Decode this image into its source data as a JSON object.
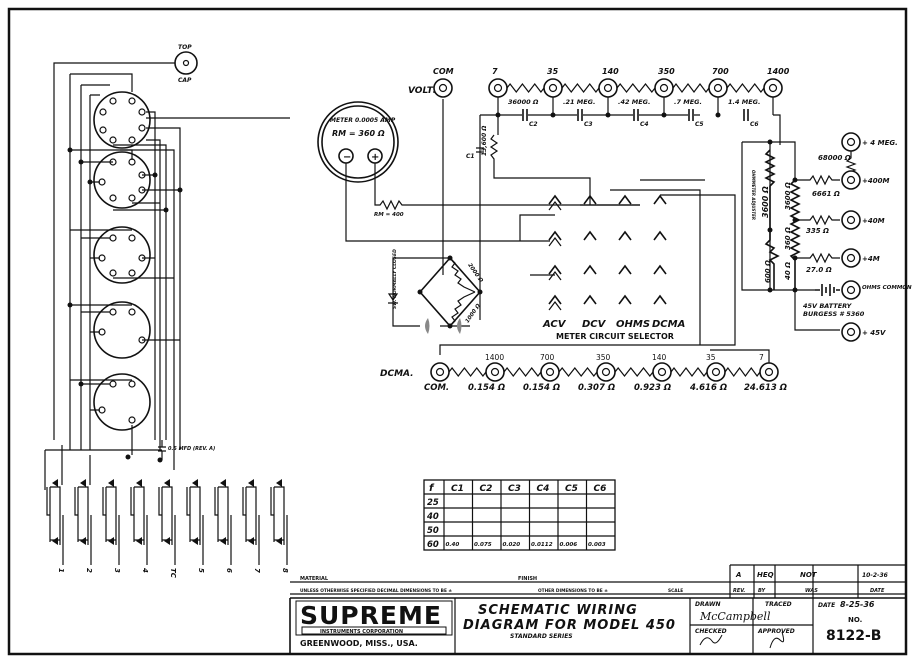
{
  "title_block": {
    "company": "SUPREME",
    "company_sub": "INSTRUMENTS CORPORATION",
    "location": "GREENWOOD, MISS., USA.",
    "title_line1": "SCHEMATIC WIRING",
    "title_line2": "DIAGRAM FOR MODEL 450",
    "series": "STANDARD SERIES",
    "material_label": "MATERIAL",
    "finish_label": "FINISH",
    "tolerance_label": "UNLESS OTHERWISE SPECIFIED DECIMAL DIMENSIONS TO BE ±",
    "other_dims_label": "OTHER DIMENSIONS TO BE ±",
    "scale_label": "SCALE",
    "rev_header": "REV.",
    "by_header": "BY",
    "was_header": "WAS",
    "date_header": "DATE",
    "rev_value": "A",
    "by_value": "HEQ",
    "was_value": "NOT",
    "rev_date": "10-2-36",
    "drawn_label": "DRAWN",
    "traced_label": "TRACED",
    "drawn_by": "McCampbell",
    "checked_label": "CHECKED",
    "approved_label": "APPROVED",
    "date_label": "DATE",
    "date_value": "8-25-36",
    "no_label": "NO.",
    "drawing_no": "8122-B"
  },
  "meter": {
    "line1": "METER 0.0005 AMP",
    "line2": "RM = 360 Ω",
    "neg": "−",
    "pos": "+",
    "rm_resistor": "RM = 400"
  },
  "volts_section": {
    "volts_label": "VOLTS",
    "jacks": [
      "COM",
      "7",
      "35",
      "140",
      "350",
      "700",
      "1400"
    ],
    "resistors": [
      "36000 Ω",
      ".21 MEG.",
      ".42 MEG.",
      ".7 MEG.",
      "1.4 MEG."
    ],
    "capacitors": [
      "C1",
      "C2",
      "C3",
      "C4",
      "C5",
      "C6"
    ],
    "shunt_resistor": "13,600 Ω"
  },
  "rectifier": {
    "switch_label": "SW. NORMALLY CLOSED",
    "r1": "2000 Ω",
    "r2": "1000 Ω"
  },
  "selector": {
    "positions": [
      "ACV",
      "DCV",
      "OHMS",
      "DCMA"
    ],
    "caption": "METER CIRCUIT SELECTOR"
  },
  "ohms_section": {
    "adjuster_label": "OHMMETER ADJUSTER",
    "adjuster_value": "3600 Ω",
    "r600": "600 Ω",
    "chain": [
      "3600 Ω",
      "360 Ω",
      "40 Ω"
    ],
    "jacks": [
      "+ 4 MEG.",
      "+400M",
      "+40M",
      "+4M",
      "OHMS COMMON",
      "+ 45V"
    ],
    "resistors": [
      "68000 Ω",
      "6661 Ω",
      "335 Ω",
      "27.0 Ω"
    ],
    "battery": "45V BATTERY",
    "battery_model": "BURGESS # 5360"
  },
  "dcma_section": {
    "label": "DCMA.",
    "jacks": [
      "COM.",
      "1400",
      "700",
      "350",
      "140",
      "35",
      "7"
    ],
    "resistors": [
      "0.154 Ω",
      "0.154 Ω",
      "0.307 Ω",
      "0.923 Ω",
      "4.616 Ω",
      "24.613 Ω"
    ]
  },
  "tube_section": {
    "top_cap_line1": "TOP",
    "top_cap_line2": "CAP",
    "capacitor": "0.5 MFD (REV. A)",
    "switch_labels": [
      "1",
      "2",
      "3",
      "4",
      "TC",
      "5",
      "6",
      "7",
      "8"
    ]
  },
  "cap_table": {
    "corner": "f",
    "headers": [
      "C1",
      "C2",
      "C3",
      "C4",
      "C5",
      "C6"
    ],
    "rows": [
      {
        "f": "25",
        "values": [
          "",
          "",
          "",
          "",
          "",
          ""
        ]
      },
      {
        "f": "40",
        "values": [
          "",
          "",
          "",
          "",
          "",
          ""
        ]
      },
      {
        "f": "50",
        "values": [
          "",
          "",
          "",
          "",
          "",
          ""
        ]
      },
      {
        "f": "60",
        "values": [
          "0.40",
          "0.075",
          "0.020",
          "0.0112",
          "0.006",
          "0.003"
        ]
      }
    ]
  }
}
